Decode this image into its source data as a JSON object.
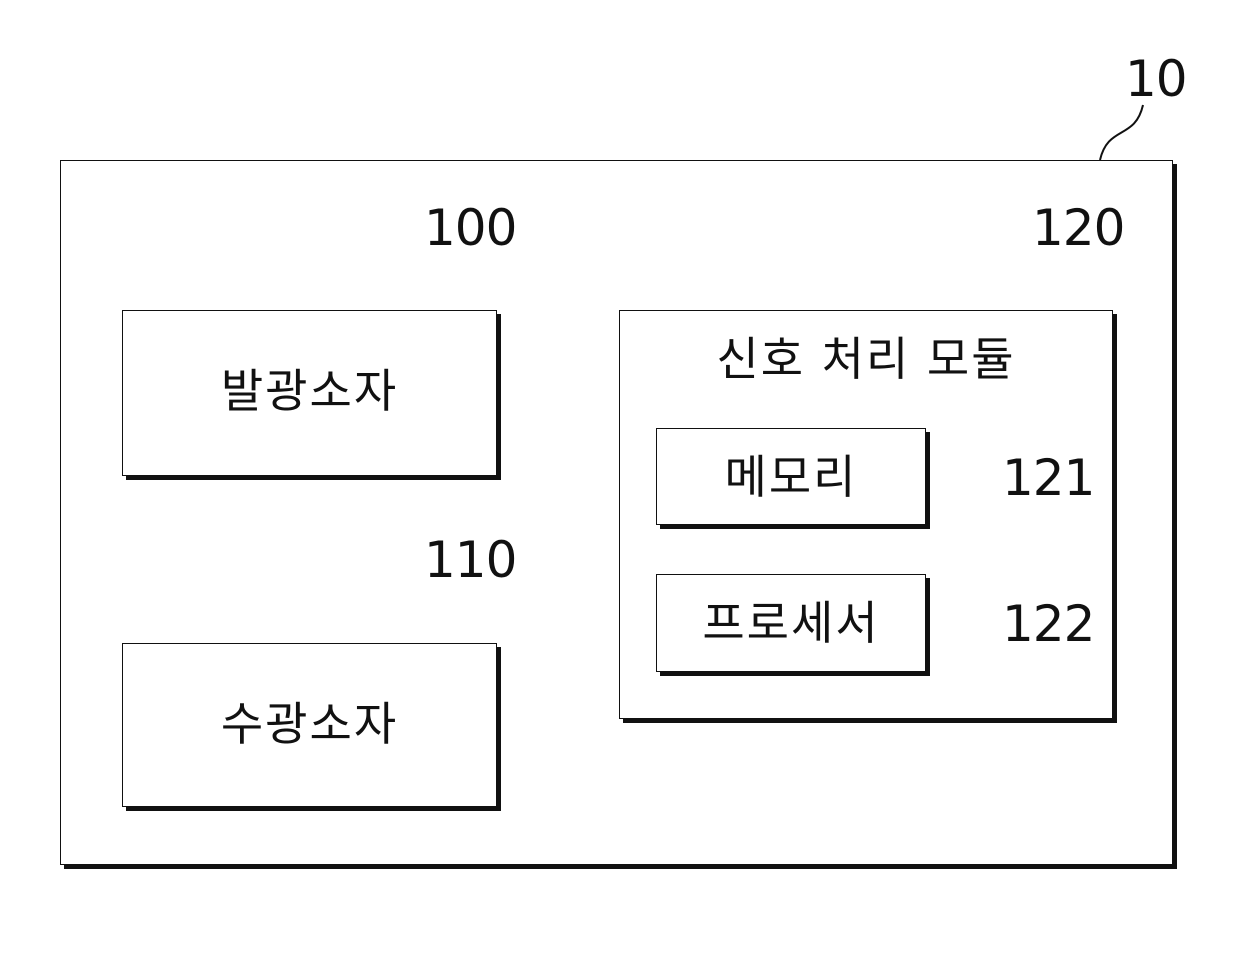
{
  "diagram": {
    "device": {
      "ref": "10"
    },
    "light_emitter": {
      "ref": "100",
      "label": "발광소자"
    },
    "light_receiver": {
      "ref": "110",
      "label": "수광소자"
    },
    "signal_module": {
      "ref": "120",
      "label": "신호 처리 모듈",
      "memory": {
        "ref": "121",
        "label": "메모리"
      },
      "processor": {
        "ref": "122",
        "label": "프로세서"
      }
    }
  }
}
